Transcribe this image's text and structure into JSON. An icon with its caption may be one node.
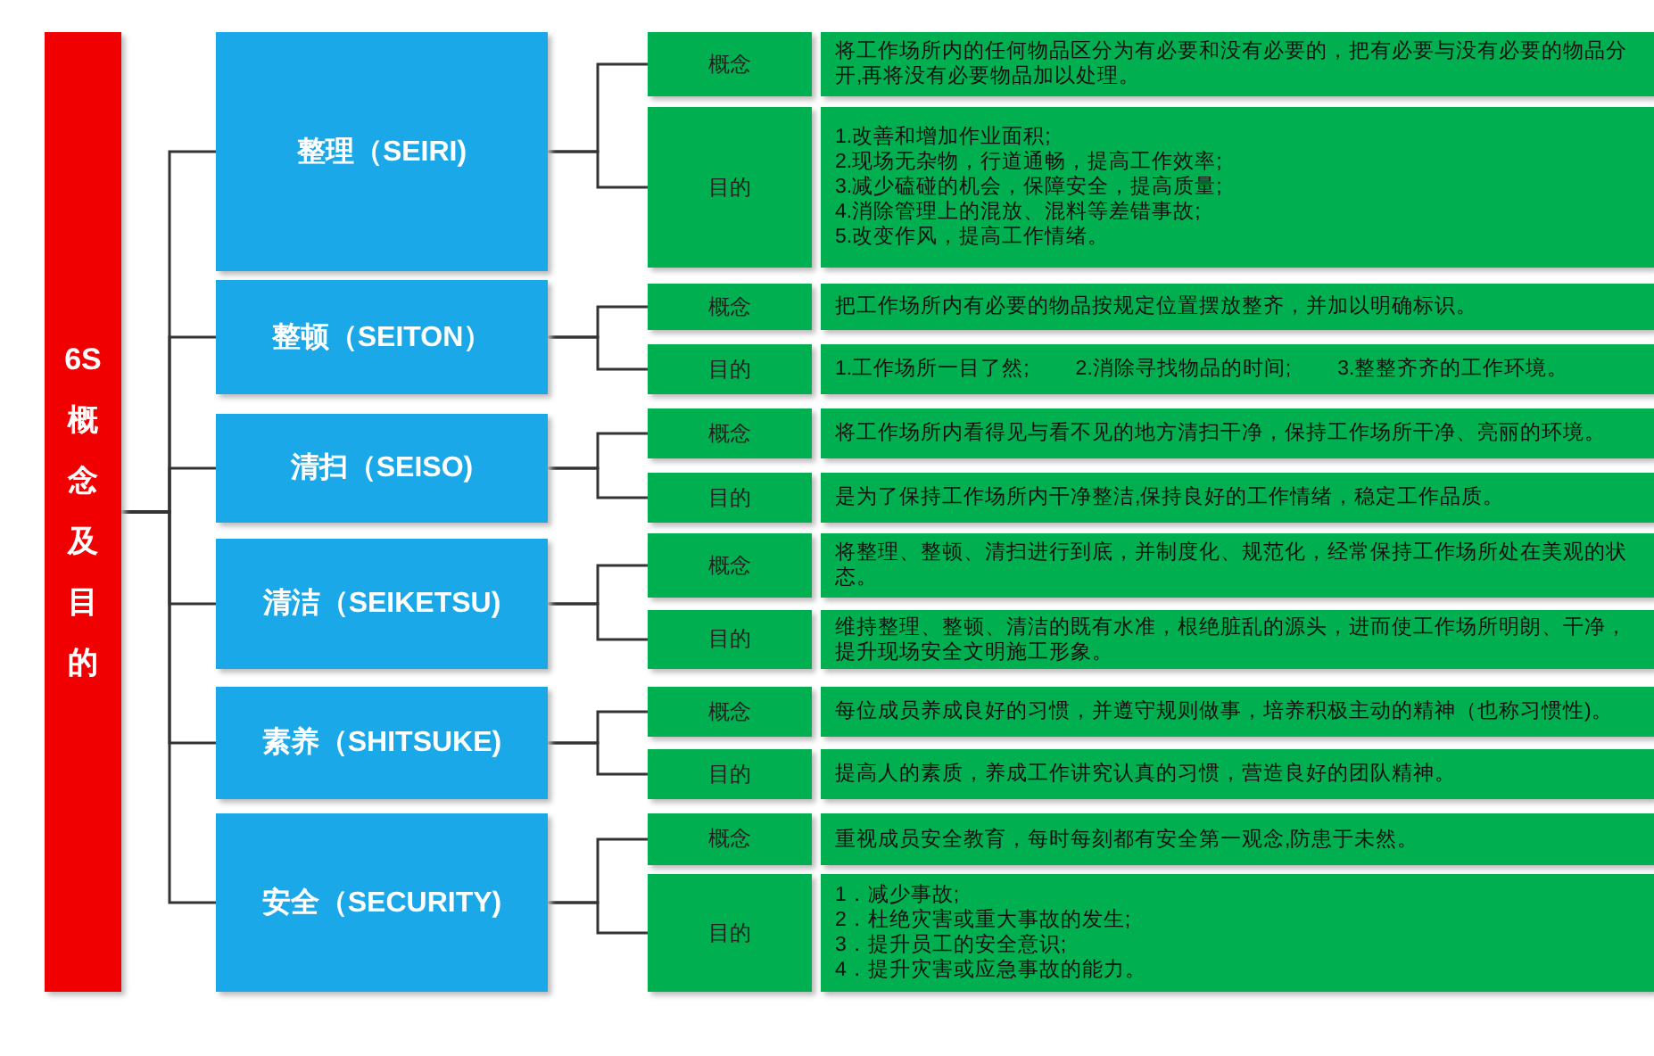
{
  "diagram": {
    "nodes": [
      {
        "text": [
          "6S概念及目的"
        ]
      },
      {
        "text": [
          "整理（SEIRI)"
        ]
      },
      {
        "text": [
          "概念"
        ]
      },
      {
        "text": [
          "将工作场所内的任何物品区分为有必要和没有必要的，把有必要与没有必要的物品分开,再将没有必要物品加以处理。"
        ]
      },
      {
        "text": [
          "目的"
        ]
      },
      {
        "text": [
          "1.改善和增加作业面积;",
          "2.现场无杂物，行道通畅，提高工作效率;",
          "3.减少磕碰的机会，保障安全，提高质量;",
          "4.消除管理上的混放、混料等差错事故;",
          "5.改变作风，提高工作情绪。"
        ]
      },
      {
        "text": [
          "整顿（SEITON）"
        ]
      },
      {
        "text": [
          "概念"
        ]
      },
      {
        "text": [
          "把工作场所内有必要的物品按规定位置摆放整齐，并加以明确标识。"
        ]
      },
      {
        "text": [
          "目的"
        ]
      },
      {
        "text": [
          "1.工作场所一目了然;",
          "2.消除寻找物品的时间;",
          "3.整整齐齐的工作环境。"
        ]
      },
      {
        "text": [
          "清扫（SEISO)"
        ]
      },
      {
        "text": [
          "概念"
        ]
      },
      {
        "text": [
          "将工作场所内看得见与看不见的地方清扫干净，保持工作场所干净、亮丽的环境。"
        ]
      },
      {
        "text": [
          "目的"
        ]
      },
      {
        "text": [
          "是为了保持工作场所内干净整洁,保持良好的工作情绪，稳定工作品质。"
        ]
      },
      {
        "text": [
          "清洁（SEIKETSU)"
        ]
      },
      {
        "text": [
          "概念"
        ]
      },
      {
        "text": [
          "将整理、整顿、清扫进行到底，并制度化、规范化，经常保持工作场所处在美观的状态。"
        ]
      },
      {
        "text": [
          "目的"
        ]
      },
      {
        "text": [
          "维持整理、整顿、清洁的既有水准，根绝脏乱的源头，进而使工作场所明朗、干净，提升现场安全文明施工形象。"
        ]
      },
      {
        "text": [
          "素养（SHITSUKE)"
        ]
      },
      {
        "text": [
          "概念"
        ]
      },
      {
        "text": [
          "每位成员养成良好的习惯，并遵守规则做事，培养积极主动的精神（也称习惯性)。"
        ]
      },
      {
        "text": [
          "目的"
        ]
      },
      {
        "text": [
          "提高人的素质，养成工作讲究认真的习惯，营造良好的团队精神。"
        ]
      },
      {
        "text": [
          "安全（SECURITY)"
        ]
      },
      {
        "text": [
          "概念"
        ]
      },
      {
        "text": [
          "重视成员安全教育，每时每刻都有安全第一观念,防患于未然。"
        ]
      },
      {
        "text": [
          "目的"
        ]
      },
      {
        "text": [
          "1．减少事故;",
          "2．杜绝灾害或重大事故的发生;",
          "3．提升员工的安全意识;",
          "4．提升灾害或应急事故的能力。"
        ]
      }
    ],
    "edges": [
      {
        "from": 0,
        "to": 1,
        "arrow": "none"
      },
      {
        "from": 0,
        "to": 6,
        "arrow": "none"
      },
      {
        "from": 0,
        "to": 11,
        "arrow": "none"
      },
      {
        "from": 0,
        "to": 16,
        "arrow": "none"
      },
      {
        "from": 0,
        "to": 21,
        "arrow": "none"
      },
      {
        "from": 0,
        "to": 26,
        "arrow": "none"
      },
      {
        "from": 1,
        "to": 2,
        "arrow": "none"
      },
      {
        "from": 1,
        "to": 4,
        "arrow": "none"
      },
      {
        "from": 6,
        "to": 7,
        "arrow": "none"
      },
      {
        "from": 6,
        "to": 9,
        "arrow": "none"
      },
      {
        "from": 11,
        "to": 12,
        "arrow": "none"
      },
      {
        "from": 11,
        "to": 14,
        "arrow": "none"
      },
      {
        "from": 16,
        "to": 17,
        "arrow": "none"
      },
      {
        "from": 16,
        "to": 19,
        "arrow": "none"
      },
      {
        "from": 21,
        "to": 22,
        "arrow": "none"
      },
      {
        "from": 21,
        "to": 24,
        "arrow": "none"
      },
      {
        "from": 26,
        "to": 27,
        "arrow": "none"
      },
      {
        "from": 26,
        "to": 29,
        "arrow": "none"
      }
    ]
  }
}
